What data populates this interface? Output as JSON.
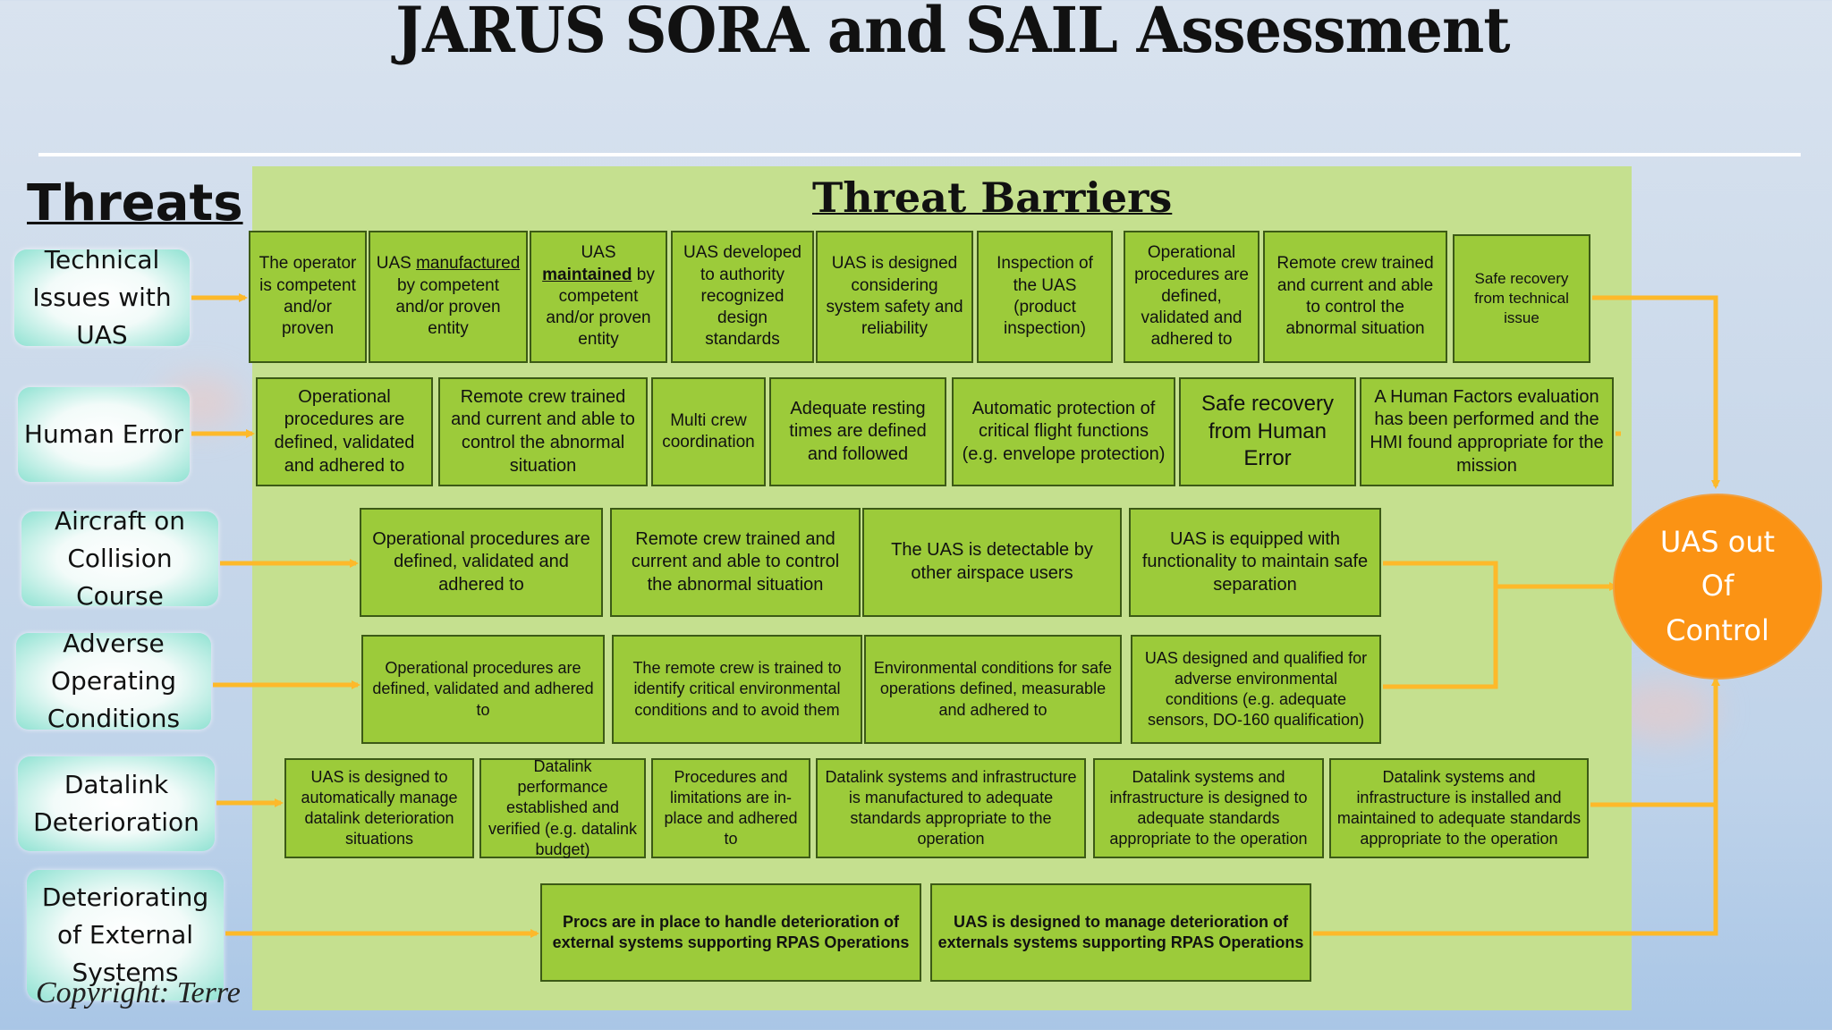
{
  "title": "JARUS SORA and SAIL Assessment",
  "threats_heading": "Threats",
  "barriers_heading": "Threat Barriers",
  "threats": [
    "Technical Issues with UAS",
    "Human Error",
    "Aircraft on Collision Course",
    "Adverse Operating Conditions",
    "Datalink Deterioration",
    "Deteriorating of External Systems"
  ],
  "barriers": {
    "technical": [
      "The operator is competent and/or proven",
      [
        "UAS ",
        "manufactured",
        " by competent and/or proven entity"
      ],
      [
        "UAS ",
        "maintained",
        " by competent and/or proven entity"
      ],
      "UAS developed to authority recognized design standards",
      "UAS is designed considering system safety and reliability",
      "Inspection of the UAS (product inspection)",
      "Operational procedures are defined, validated and adhered to",
      "Remote crew trained and current and able to control the abnormal situation",
      "Safe recovery from technical issue"
    ],
    "human": [
      "Operational procedures are defined, validated and adhered to",
      "Remote crew trained and current and able to control the abnormal situation",
      "Multi crew coordination",
      "Adequate resting times are defined and followed",
      "Automatic protection of critical flight functions (e.g. envelope protection)",
      "Safe recovery from Human Error",
      "A Human Factors evaluation has been performed and the HMI found appropriate for the mission"
    ],
    "collision": [
      "Operational procedures are defined, validated and adhered to",
      "Remote crew trained and current and able to control the abnormal situation",
      "The UAS is detectable by other airspace users",
      "UAS is equipped with functionality to maintain safe separation"
    ],
    "adverse": [
      "Operational procedures are defined, validated and adhered to",
      "The remote crew is trained to identify critical environmental conditions and to avoid them",
      "Environmental conditions for safe operations defined, measurable and adhered to",
      "UAS designed and qualified for adverse environmental conditions (e.g. adequate sensors, DO-160 qualification)"
    ],
    "datalink": [
      "UAS is designed to automatically manage datalink deterioration situations",
      "Datalink performance established and verified (e.g. datalink budget)",
      "Procedures and limitations are in-place and adhered to",
      "Datalink systems and infrastructure is manufactured to adequate standards appropriate to the operation",
      "Datalink systems and infrastructure is designed to adequate standards appropriate to the operation",
      "Datalink systems and infrastructure is installed and maintained to adequate standards appropriate to the operation"
    ],
    "external": [
      "Procs are in place to handle deterioration of external systems supporting RPAS Operations",
      "UAS is designed to manage deterioration of externals systems supporting RPAS Operations"
    ]
  },
  "outcome": "UAS out Of Control",
  "copyright": "Copyright: Terre",
  "colors": {
    "panel": "#c5e08f",
    "barrier": "#9ccb3a",
    "arrow": "#fdb92a",
    "outcome": "#fb9314"
  }
}
